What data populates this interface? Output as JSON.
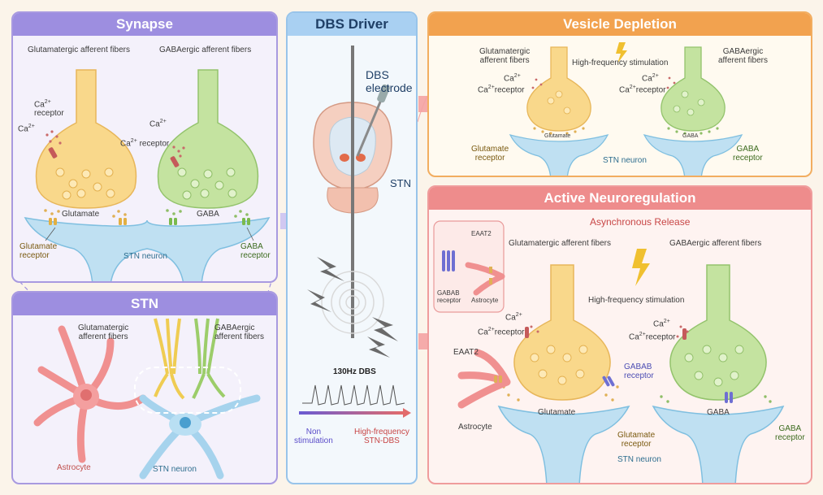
{
  "synapse": {
    "title": "Synapse",
    "glu_fibers": "Glutamatergic afferent fibers",
    "gaba_fibers": "GABAergic afferent fibers",
    "ca_left": "Ca",
    "ca_left_sup": "2+",
    "ca_receptor_left_a": "Ca",
    "ca_receptor_left_a_sup": "2+",
    "ca_receptor_left_b": "receptor",
    "ca_right": "Ca",
    "ca_right_sup": "2+",
    "ca_receptor_right": "Ca",
    "ca_receptor_right_sup": "2+",
    "ca_receptor_right_b": "receptor",
    "glutamate": "Glutamate",
    "gaba": "GABA",
    "glu_receptor_a": "Glutamate",
    "glu_receptor_b": "receptor",
    "gaba_receptor_a": "GABA",
    "gaba_receptor_b": "receptor",
    "stn_neuron": "STN neuron"
  },
  "stn": {
    "title": "STN",
    "glu_fibers_a": "Glutamatergic",
    "glu_fibers_b": "afferent fibers",
    "gaba_fibers_a": "GABAergic",
    "gaba_fibers_b": "afferent fibers",
    "astrocyte": "Astrocyte",
    "stn_neuron": "STN neuron"
  },
  "dbs": {
    "title": "DBS Driver",
    "electrode_a": "DBS",
    "electrode_b": "electrode",
    "stn": "STN",
    "freq": "130Hz DBS",
    "non_a": "Non",
    "non_b": "stimulation",
    "high_a": "High-frequency",
    "high_b": "STN-DBS"
  },
  "vesicle": {
    "title": "Vesicle Depletion",
    "glu_fibers_a": "Glutamatergic",
    "glu_fibers_b": "afferent fibers",
    "hfs": "High-frequency stimulation",
    "gaba_fibers_a": "GABAergic",
    "gaba_fibers_b": "afferent fibers",
    "ca_l": "Ca",
    "ca_l_sup": "2+",
    "ca_rec_l": "Ca",
    "ca_rec_l_sup": "2+",
    "ca_rec_l_b": "receptor",
    "ca_r": "Ca",
    "ca_r_sup": "2+",
    "ca_rec_r": "Ca",
    "ca_rec_r_sup": "2+",
    "ca_rec_r_b": "receptor",
    "glutamate": "Glutamate",
    "gaba": "GABA",
    "glu_rec_a": "Glutamate",
    "glu_rec_b": "receptor",
    "gaba_rec_a": "GABA",
    "gaba_rec_b": "receptor",
    "stn_neuron": "STN neuron"
  },
  "active": {
    "title": "Active Neuroregulation",
    "async": "Asynchronous Release",
    "glu_fibers": "Glutamatergic afferent fibers",
    "gaba_fibers": "GABAergic afferent fibers",
    "hfs": "High-frequency stimulation",
    "inset_eaat2": "EAAT2",
    "inset_gabab_a": "GABAB",
    "inset_gabab_b": "receptor",
    "inset_astro": "Astrocyte",
    "ca_l": "Ca",
    "ca_l_sup": "2+",
    "ca_rec_l": "Ca",
    "ca_rec_l_sup": "2+",
    "ca_rec_l_b": "receptor",
    "ca_r": "Ca",
    "ca_r_sup": "2+",
    "ca_rec_r": "Ca",
    "ca_rec_r_sup": "2+",
    "ca_rec_r_b": "receptor",
    "eaat2": "EAAT2",
    "gabab_a": "GABAB",
    "gabab_b": "receptor",
    "astrocyte": "Astrocyte",
    "glutamate": "Glutamate",
    "gaba": "GABA",
    "glu_rec_a": "Glutamate",
    "glu_rec_b": "receptor",
    "gaba_rec_a": "GABA",
    "gaba_rec_b": "receptor",
    "stn_neuron": "STN neuron"
  },
  "colors": {
    "synapse_header": "#9d8ee0",
    "dbs_header": "#a9d0f2",
    "vesicle_header": "#f2a24f",
    "active_header": "#ee8c8c",
    "glutamate_terminal": "#f9d88b",
    "gaba_terminal": "#c4e3a0",
    "stn_neuron": "#bfe0f2",
    "astrocyte": "#f08a8a"
  }
}
